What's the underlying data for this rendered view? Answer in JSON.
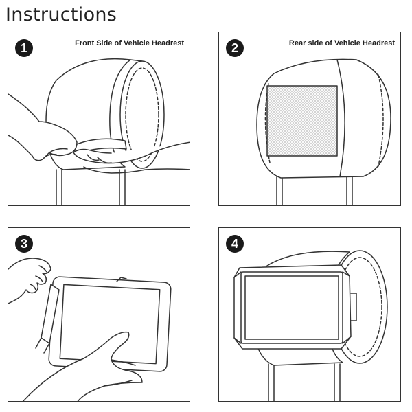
{
  "title": "Instructions",
  "steps": [
    {
      "number": "1",
      "caption": "Front Side of Vehicle Headrest"
    },
    {
      "number": "2",
      "caption": "Rear side of Vehicle Headrest"
    },
    {
      "number": "3",
      "caption": ""
    },
    {
      "number": "4",
      "caption": ""
    }
  ],
  "colors": {
    "line": "#333333",
    "background": "#ffffff",
    "badge": "#1a1a1a"
  }
}
